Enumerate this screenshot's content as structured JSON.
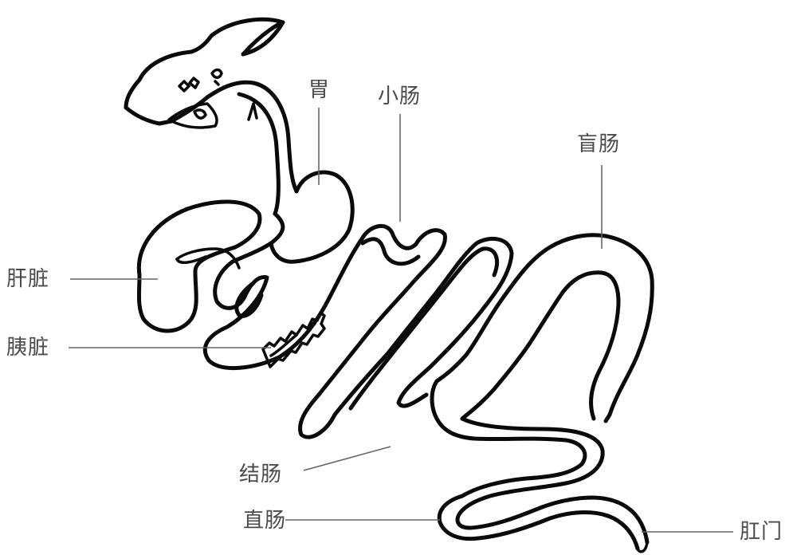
{
  "diagram": {
    "subject": "digestive-system",
    "line_color": "#0a0a0a",
    "label_color": "#4a4a4a",
    "leader_color": "#666666",
    "labels": {
      "stomach": "胃",
      "small_intestine": "小肠",
      "cecum": "盲肠",
      "liver": "肝脏",
      "pancreas": "胰脏",
      "colon": "结肠",
      "rectum": "直肠",
      "anus": "肛门"
    }
  }
}
